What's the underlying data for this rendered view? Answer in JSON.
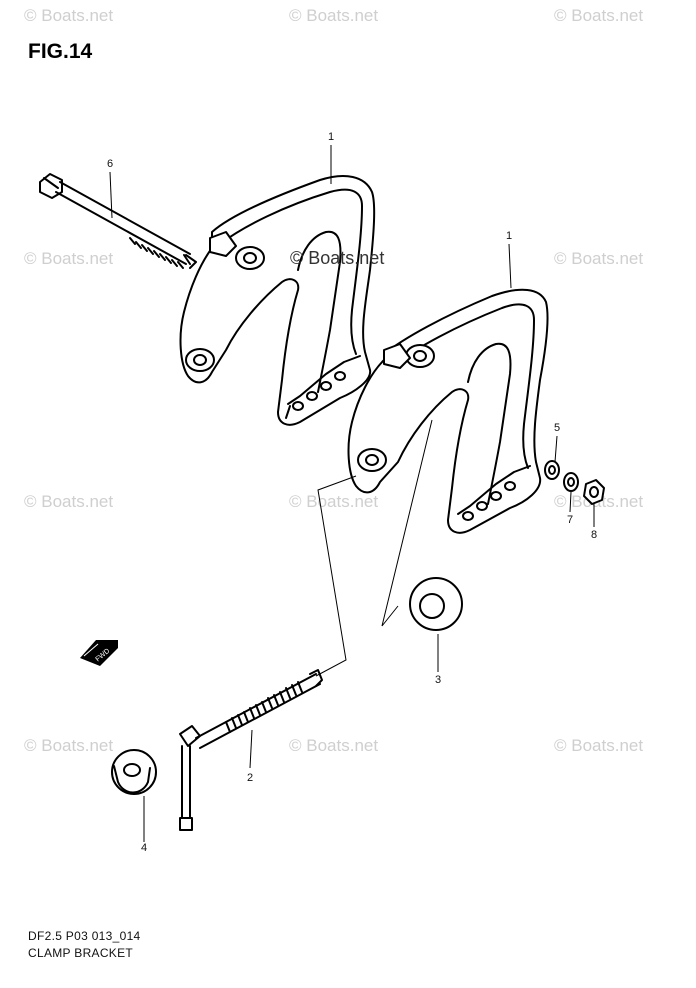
{
  "figure_label": "FIG.14",
  "watermark": "© Boats.net",
  "center_watermark": "© Boats.net",
  "callouts": {
    "p1a": "1",
    "p1b": "1",
    "p2": "2",
    "p3": "3",
    "p4": "4",
    "p5": "5",
    "p6": "6",
    "p7": "7",
    "p8": "8"
  },
  "fwd_arrow": "FWD",
  "footer": {
    "code": "DF2.5 P03 013_014",
    "title": "CLAMP BRACKET"
  }
}
